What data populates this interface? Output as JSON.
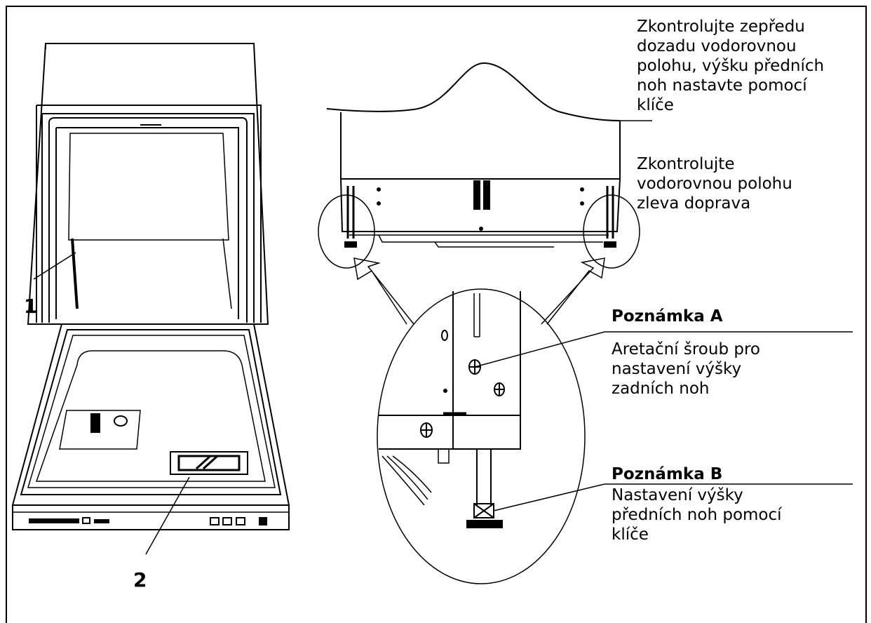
{
  "callouts": {
    "label_1": "1",
    "label_2": "2"
  },
  "notes": {
    "check_front_back": [
      "Zkontrolujte zepředu",
      "dozadu vodorovnou",
      "polohu, výšku předních",
      "noh nastavte pomocí",
      "klíče"
    ],
    "check_left_right": [
      "Zkontrolujte",
      "vodorovnou polohu",
      "zleva doprava"
    ],
    "note_a_title": "Poznámka A",
    "note_a_text": [
      "Aretační šroub pro",
      "nastavení výšky",
      "zadních noh"
    ],
    "note_b_title": "Poznámka B",
    "note_b_text": [
      "Nastavení výšky",
      "předních noh pomocí",
      "klíče"
    ]
  },
  "icons": [
    "dishwasher-open-door-drawing",
    "dishwasher-leveling-feet-drawing",
    "magnified-foot-detail-drawing"
  ]
}
